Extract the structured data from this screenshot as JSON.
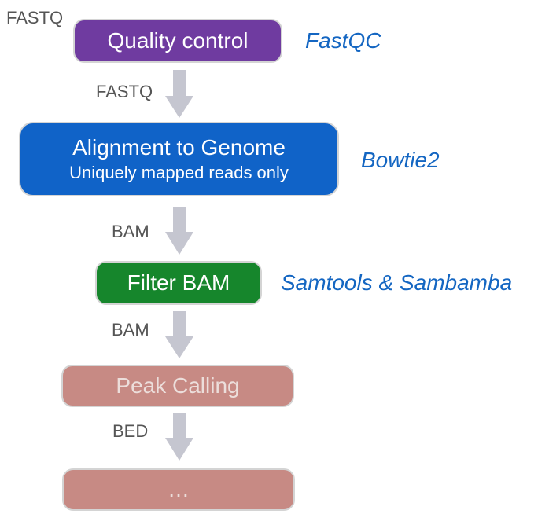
{
  "input_label": "FASTQ",
  "steps": [
    {
      "label": "Quality control",
      "tool": "FastQC",
      "color": "#6f3ba0"
    },
    {
      "label": "Alignment to Genome",
      "sublabel": "Uniquely mapped reads only",
      "tool": "Bowtie2",
      "color": "#1063c8"
    },
    {
      "label": "Filter BAM",
      "tool": "Samtools & Sambamba",
      "color": "#16862c"
    },
    {
      "label": "Peak Calling",
      "color": "#c78a84",
      "faded": true
    },
    {
      "label": "…",
      "color": "#c78a84",
      "faded": true
    }
  ],
  "edges": [
    "FASTQ",
    "BAM",
    "BAM",
    "BED"
  ],
  "colors": {
    "tool_text": "#1466c2",
    "arrow": "#c5c6d0",
    "edge_text": "#555555"
  }
}
